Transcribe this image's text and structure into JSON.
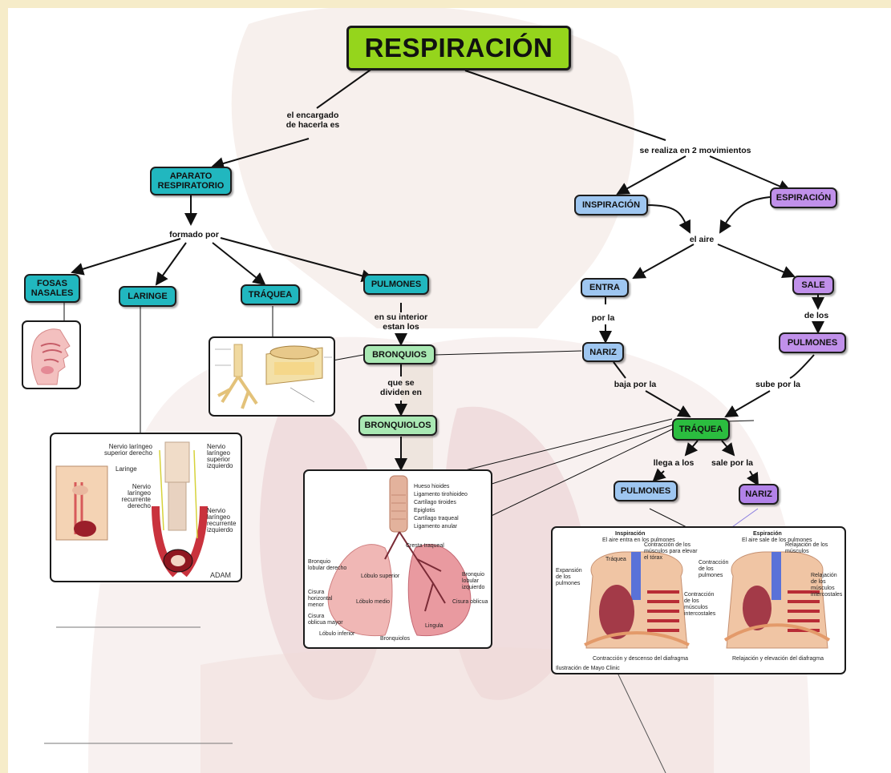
{
  "title": "RESPIRACIÓN",
  "nodes": {
    "aparato": "APARATO\nRESPIRATORIO",
    "fosas": "FOSAS\nNASALES",
    "laringe": "LARINGE",
    "traquea_left": "TRÁQUEA",
    "pulmones_left": "PULMONES",
    "bronquios": "BRONQUIOS",
    "bronquiolos": "BRONQUIOLOS",
    "inspiracion": "INSPIRACIÓN",
    "espiracion": "ESPIRACIÓN",
    "entra": "ENTRA",
    "sale": "SALE",
    "nariz_in": "NARIZ",
    "pulmones_out": "PULMONES",
    "traquea_right": "TRÁQUEA",
    "pulmones_right": "PULMONES",
    "nariz_out": "NARIZ"
  },
  "link_labels": {
    "encargado": "el encargado\nde hacerla es",
    "movimientos": "se realiza en 2 movimientos",
    "formado": "formado por",
    "interior": "en su interior\nestan los",
    "dividen": "que se\ndividen en",
    "aire": "el aire",
    "por_la": "por la",
    "de_los": "de los",
    "baja": "baja por la",
    "sube": "sube por la",
    "llega": "llega a los",
    "sale_por": "sale por la"
  },
  "figures": {
    "larynx": {
      "left_labels": [
        "Nervio laríngeo\nsuperior derecho",
        "Laringe",
        "Nervio\nlaríngeo\nrecurrente\nderecho"
      ],
      "right_labels": [
        "Nervio\nlaríngeo\nsuperior\nizquierdo",
        "Nervio\nlaríngeo\nrecurrente\nizquierdo"
      ],
      "logo": "ADAM"
    },
    "lungs": {
      "labels": [
        "Hueso hioides",
        "Ligamento tirohioideo",
        "Cartílago tiroides",
        "Epiglotis",
        "Cartílago traqueal",
        "Ligamento anular",
        "Cresta traqueal",
        "Bronquio lobular derecho",
        "Lóbulo superior",
        "Cisura horizontal menor",
        "Lóbulo medio",
        "Cisura oblicua mayor",
        "Lóbulo inferior",
        "Bronquiolos",
        "Bronquio lobular izquierdo",
        "Cisura oblicua",
        "Lingula"
      ]
    },
    "breathing": {
      "insp_title": "Inspiración",
      "insp_sub": "El aire entra en los pulmones",
      "esp_title": "Espiración",
      "esp_sub": "El aire sale de los pulmones",
      "captions": [
        "Tráquea",
        "Expansión de los pulmones",
        "Contracción de los músculos para elevar el tórax",
        "Contracción de los músculos intercostales",
        "Relajación de los músculos",
        "Contracción de los pulmones",
        "Relajación de los músculos intercostales"
      ],
      "insp_foot": "Contracción y descenso del diafragma",
      "esp_foot": "Relajación y elevación del diafragma",
      "credit": "Ilustración de Mayo Clinic"
    }
  },
  "colors": {
    "title_bg": "#95d51c",
    "teal": "#21b7bf",
    "light_green": "#a9e8b3",
    "light_blue": "#9ec6f0",
    "purple": "#c090ea",
    "bright_green": "#2bbd3f"
  }
}
